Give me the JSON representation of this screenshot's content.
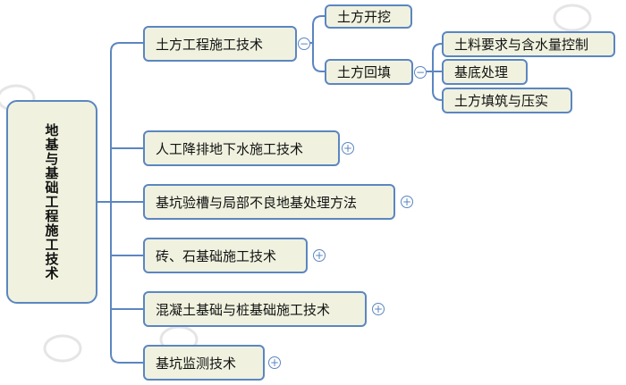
{
  "root": {
    "label": "地基与基础工程施工技术"
  },
  "branches": [
    {
      "label": "土方工程施工技术",
      "state": "−",
      "children": [
        {
          "label": "土方开挖"
        },
        {
          "label": "土方回填",
          "state": "−",
          "children": [
            {
              "label": "土料要求与含水量控制"
            },
            {
              "label": "基底处理"
            },
            {
              "label": "土方填筑与压实"
            }
          ]
        }
      ]
    },
    {
      "label": "人工降排地下水施工技术",
      "state": "+"
    },
    {
      "label": "基坑验槽与局部不良地基处理方法",
      "state": "+"
    },
    {
      "label": "砖、石基础施工技术",
      "state": "+"
    },
    {
      "label": "混凝土基础与桩基础施工技术",
      "state": "+"
    },
    {
      "label": "基坑监测技术",
      "state": "+"
    }
  ],
  "colors": {
    "line": "#5b86c0",
    "fill": "#f0f2df",
    "watermark": "#c9c9c9"
  },
  "watermark": {
    "icon": "watermark-logo-icon"
  }
}
